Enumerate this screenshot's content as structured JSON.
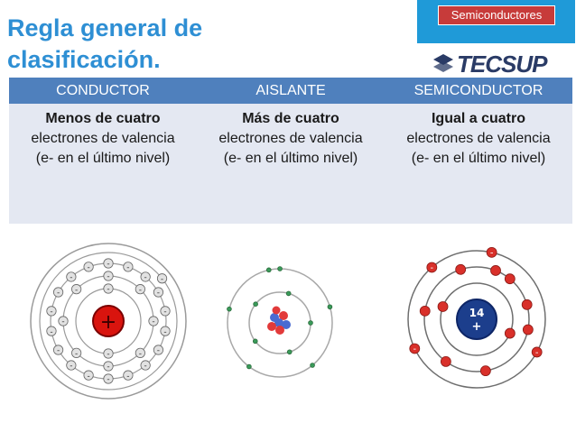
{
  "header": {
    "title": "Regla general de clasificación.",
    "section_tag": "Semiconductores",
    "logo_text": "TECSUP"
  },
  "table": {
    "columns": [
      "CONDUCTOR",
      "AISLANTE",
      "SEMICONDUCTOR"
    ],
    "rows": [
      {
        "bold": "Menos de cuatro",
        "rest": "electrones de valencia (e- en el último nivel)"
      },
      {
        "bold": "Más de cuatro",
        "rest": "electrones de valencia (e- en el último nivel)"
      },
      {
        "bold": "Igual a cuatro",
        "rest": "electrones de valencia (e- en el último nivel)"
      }
    ]
  },
  "atoms": {
    "conductor_nucleus_sign": "+",
    "semiconductor_nucleus_number": "14",
    "semiconductor_nucleus_sign": "+",
    "electron_sign": "-"
  },
  "colors": {
    "title": "#2e8fd4",
    "header_bar": "#4f80bd",
    "table_body": "#e4e8f2",
    "tag": "#c73b3a",
    "brand_blue": "#1f9ad8"
  }
}
